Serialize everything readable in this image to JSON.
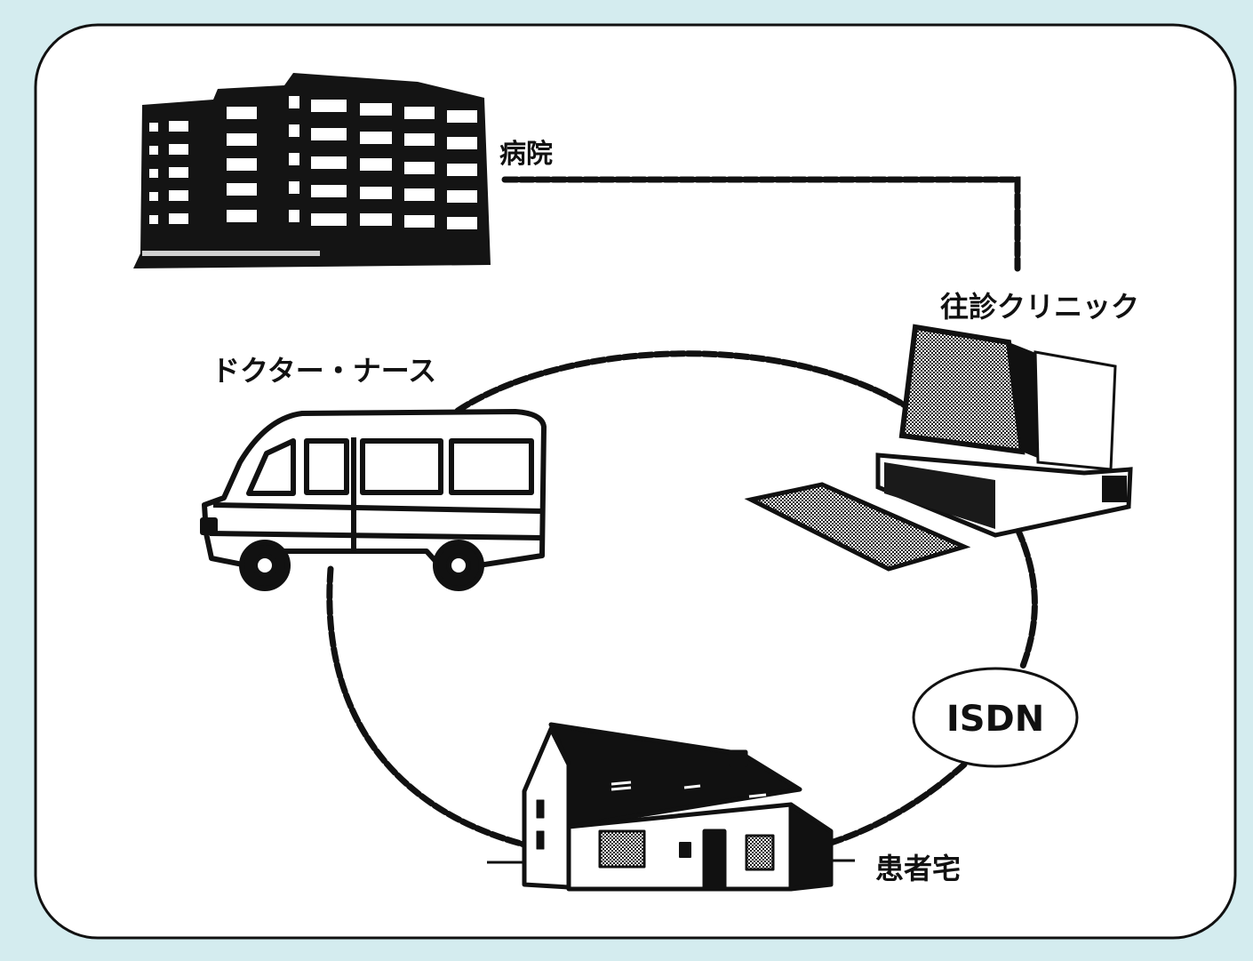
{
  "labels": {
    "hospital": "病院",
    "clinic": "往診クリニック",
    "doctor_nurse": "ドクター・ナース",
    "patient_home": "患者宅",
    "network": "ISDN"
  },
  "colors": {
    "background": "#d4ecef",
    "panel": "#ffffff",
    "ink": "#111111"
  }
}
